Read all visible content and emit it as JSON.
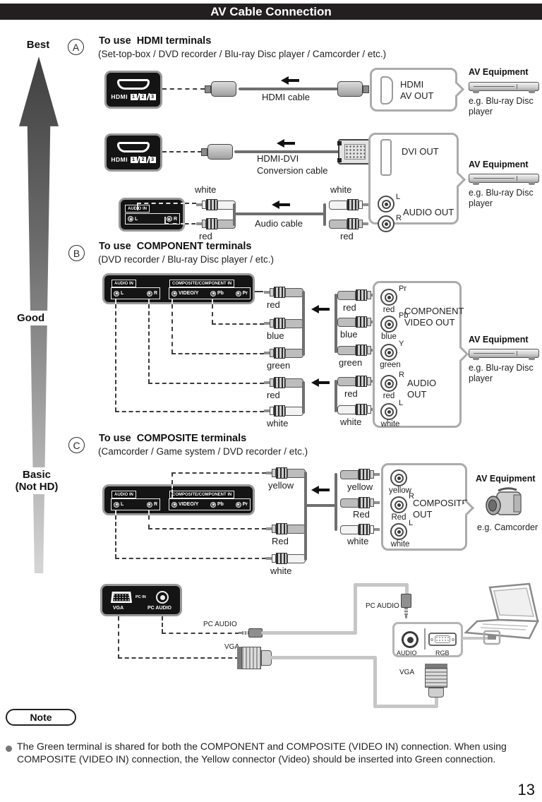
{
  "colors": {
    "title_bar_bg": "#231f20",
    "page_bg": "#ffffff",
    "panel_bg": "#141414",
    "panel_border": "#999999",
    "box_border": "#ababab",
    "cable_dark": "#6f6f6f",
    "cable_light": "#c6c6c6",
    "gradient_top": "#404040",
    "gradient_bottom": "#d6d6d6"
  },
  "title_bar": {
    "title": "AV Cable Connection"
  },
  "quality": {
    "best": "Best",
    "good": "Good",
    "basic": "Basic",
    "basic_sub": "(Not HD)"
  },
  "equipment": {
    "label": "AV Equipment",
    "bluray_line1": "e.g. Blu-ray Disc",
    "bluray_line2": "player",
    "camcorder": "e.g. Camcorder"
  },
  "tv_panels": {
    "hdmi": {
      "label": "HDMI",
      "ports": [
        "1",
        "2",
        "3"
      ]
    },
    "audio_in": {
      "label": "AUDIO IN",
      "l": "L",
      "r": "R"
    },
    "av_in": {
      "label": "COMPOSITE/COMPONENT IN",
      "video_y": "VIDEO/Y",
      "pb": "Pb",
      "pr": "Pr"
    },
    "pc": {
      "vga": "VGA",
      "pc_in": "PC IN",
      "pc_audio": "PC AUDIO"
    }
  },
  "section_a": {
    "badge": "A",
    "title": "To use  HDMI terminals",
    "subtitle": "(Set-top-box / DVD recorder / Blu-ray Disc player / Camcorder / etc.)",
    "hdmi_row": {
      "cable": "HDMI cable",
      "box_line1": "HDMI",
      "box_line2": "AV OUT"
    },
    "dvi_row": {
      "cable_line1": "HDMI-DVI",
      "cable_line2": "Conversion cable",
      "dvi_out": "DVI OUT",
      "audio_out": "AUDIO OUT",
      "jack_l": "L",
      "jack_r": "R"
    },
    "audio_row": {
      "cable": "Audio cable",
      "left_white": "white",
      "left_red": "red",
      "right_white": "white",
      "right_red": "red"
    }
  },
  "section_b": {
    "badge": "B",
    "title": "To use  COMPONENT terminals",
    "subtitle": "(DVD recorder / Blu-ray Disc player / etc.)",
    "plugs_left": [
      "red",
      "blue",
      "green",
      "red",
      "white"
    ],
    "plugs_right": [
      "red",
      "blue",
      "green",
      "red",
      "white"
    ],
    "jack_sups": [
      "Pr",
      "Pb",
      "Y",
      "R",
      "L"
    ],
    "jack_colors": [
      "red",
      "blue",
      "green",
      "red",
      "white"
    ],
    "video_out_line1": "COMPONENT",
    "video_out_line2": "VIDEO OUT",
    "audio_out_line1": "AUDIO",
    "audio_out_line2": "OUT"
  },
  "section_c": {
    "badge": "C",
    "title": "To use  COMPOSITE terminals",
    "subtitle": "(Camcorder / Game system / DVD recorder / etc.)",
    "plugs_left": [
      "yellow",
      "Red",
      "white"
    ],
    "plugs_right": [
      "yellow",
      "Red",
      "white"
    ],
    "jack_sups": [
      "",
      "R",
      "L"
    ],
    "jack_colors": [
      "yellow",
      "Red",
      "white"
    ],
    "out_line1": "COMPOSITE",
    "out_line2": "OUT"
  },
  "pc_section": {
    "audio_label_left": "PC AUDIO",
    "vga_label_left": "VGA",
    "audio_label_right": "PC AUDIO",
    "vga_label_bottom": "VGA",
    "laptop_audio": "AUDIO",
    "laptop_rgb": "RGB"
  },
  "note": {
    "label": "Note",
    "text": "The Green terminal is shared for both the COMPONENT and COMPOSITE (VIDEO IN) connection. When using COMPOSITE (VIDEO IN) connection, the Yellow connector (Video) should be inserted into Green connection."
  },
  "page_number": "13"
}
